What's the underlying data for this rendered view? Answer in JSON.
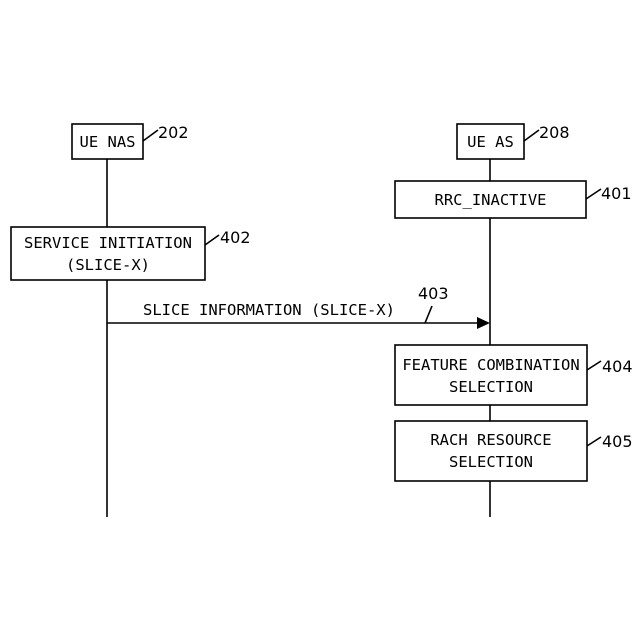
{
  "entities": {
    "ue_nas": {
      "label": "UE NAS",
      "ref": "202"
    },
    "ue_as": {
      "label": "UE AS",
      "ref": "208"
    }
  },
  "steps": {
    "rrc_inactive": {
      "label": "RRC_INACTIVE",
      "ref": "401"
    },
    "service_initiation": {
      "line1": "SERVICE INITIATION",
      "line2": "(SLICE-X)",
      "ref": "402"
    },
    "slice_information": {
      "label": "SLICE INFORMATION (SLICE-X)",
      "ref": "403"
    },
    "feature_combination": {
      "line1": "FEATURE COMBINATION",
      "line2": "SELECTION",
      "ref": "404"
    },
    "rach_resource": {
      "line1": "RACH RESOURCE",
      "line2": "SELECTION",
      "ref": "405"
    }
  }
}
